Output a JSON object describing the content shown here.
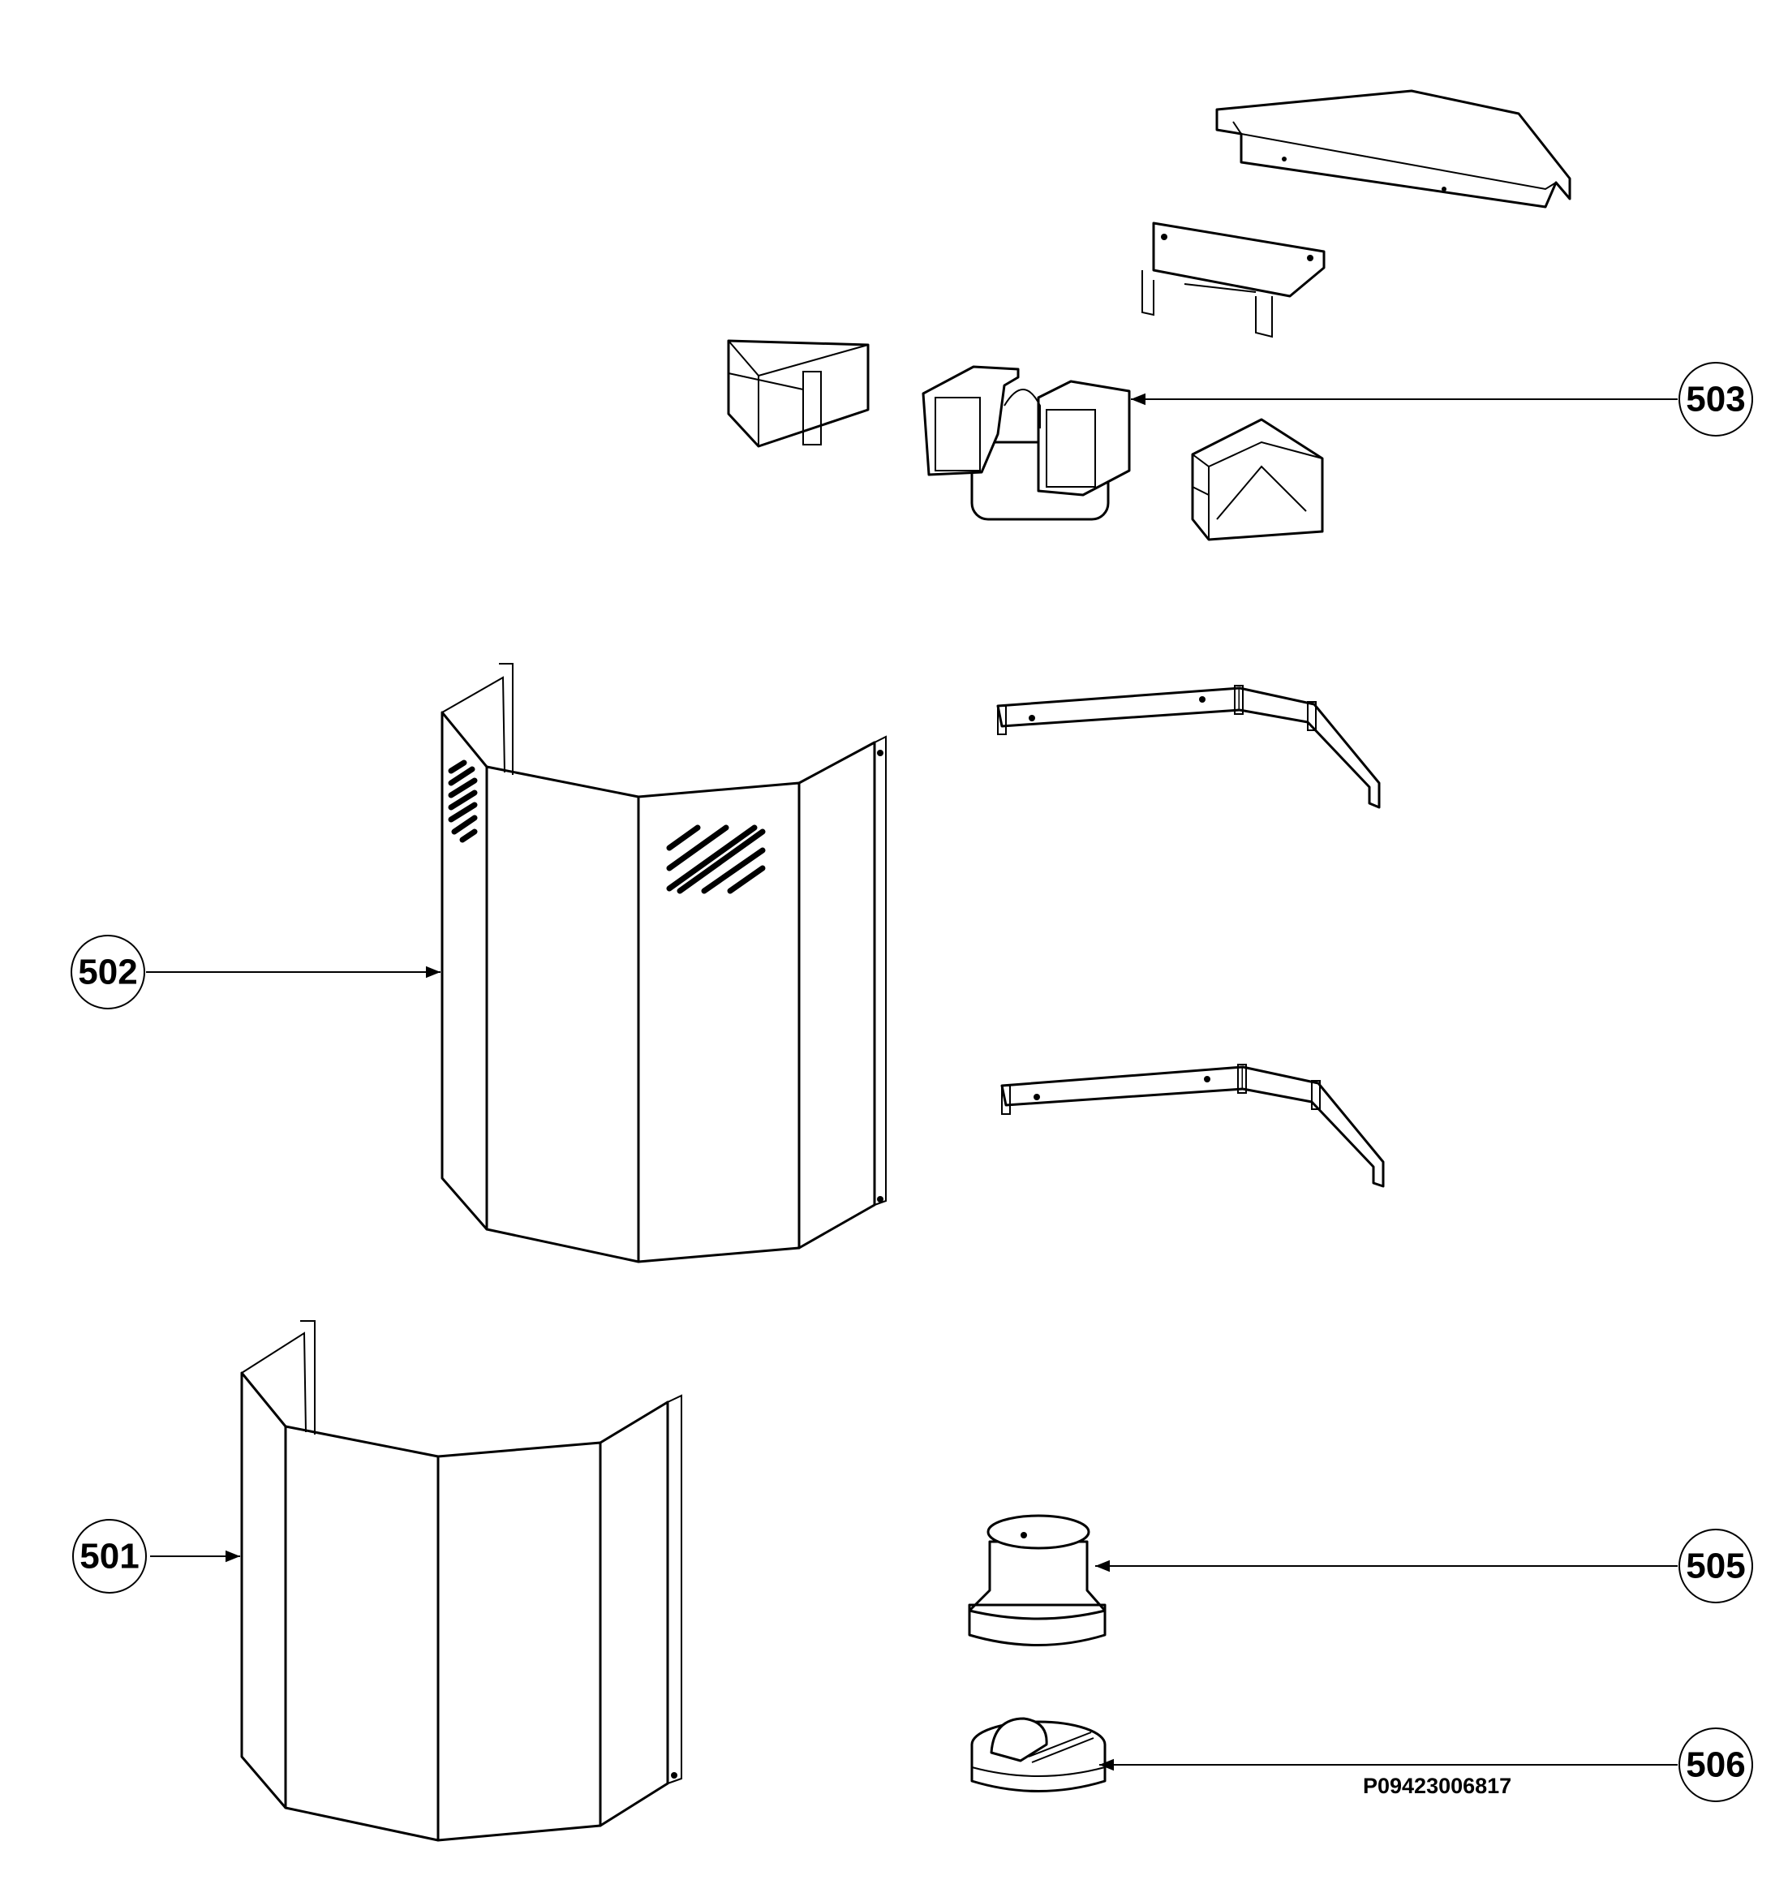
{
  "diagram": {
    "document_id": "P09423006817",
    "callouts": [
      {
        "id": "c501",
        "label": "501"
      },
      {
        "id": "c502",
        "label": "502"
      },
      {
        "id": "c503",
        "label": "503"
      },
      {
        "id": "c505",
        "label": "505"
      },
      {
        "id": "c506",
        "label": "506"
      }
    ]
  }
}
